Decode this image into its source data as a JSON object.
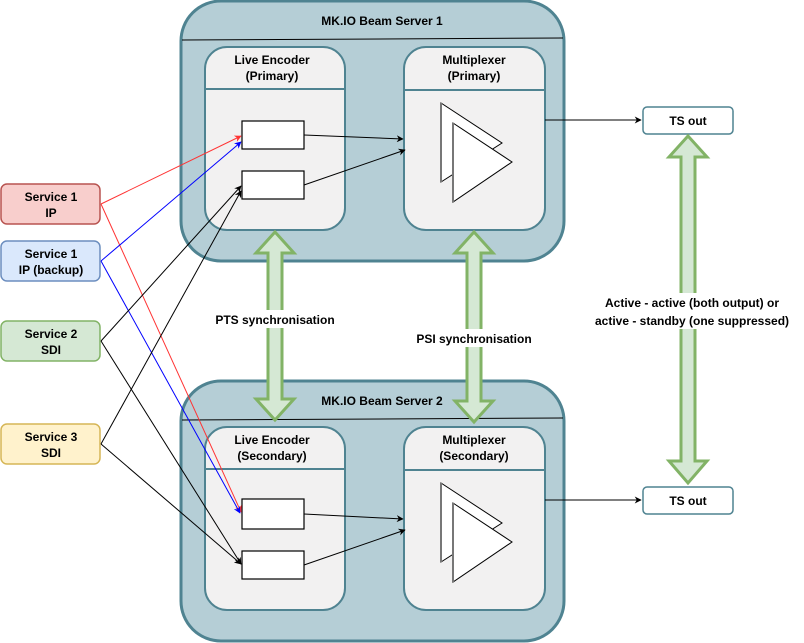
{
  "colors": {
    "server_fill": "#b5ced6",
    "server_stroke": "#4f8391",
    "module_fill": "#f2f1f1",
    "arrow_fill": "#d5e8d4",
    "arrow_stroke": "#82b366",
    "red_line": "#ff3333",
    "blue_line": "#0000ff"
  },
  "servers": [
    {
      "title": "MK.IO Beam Server 1",
      "encoder": {
        "line1": "Live Encoder",
        "line2": "(Primary)"
      },
      "mux": {
        "line1": "Multiplexer",
        "line2": "(Primary)"
      },
      "output": "TS out"
    },
    {
      "title": "MK.IO Beam Server 2",
      "encoder": {
        "line1": "Live Encoder",
        "line2": "(Secondary)"
      },
      "mux": {
        "line1": "Multiplexer",
        "line2": "(Secondary)"
      },
      "output": "TS out"
    }
  ],
  "services": [
    {
      "line1": "Service 1",
      "line2": "IP",
      "fill": "#f8cecc",
      "stroke": "#b85450"
    },
    {
      "line1": "Service 1",
      "line2": "IP (backup)",
      "fill": "#dae8fc",
      "stroke": "#6c8ebf"
    },
    {
      "line1": "Service 2",
      "line2": "SDI",
      "fill": "#d5e8d4",
      "stroke": "#82b366"
    },
    {
      "line1": "Service 3",
      "line2": "SDI",
      "fill": "#fff2cc",
      "stroke": "#d6b656"
    }
  ],
  "labels": {
    "pts_sync": "PTS synchronisation",
    "psi_sync": "PSI synchronisation",
    "redundancy_line1": "Active - active (both output) or",
    "redundancy_line2": "active - standby (one suppressed)"
  }
}
